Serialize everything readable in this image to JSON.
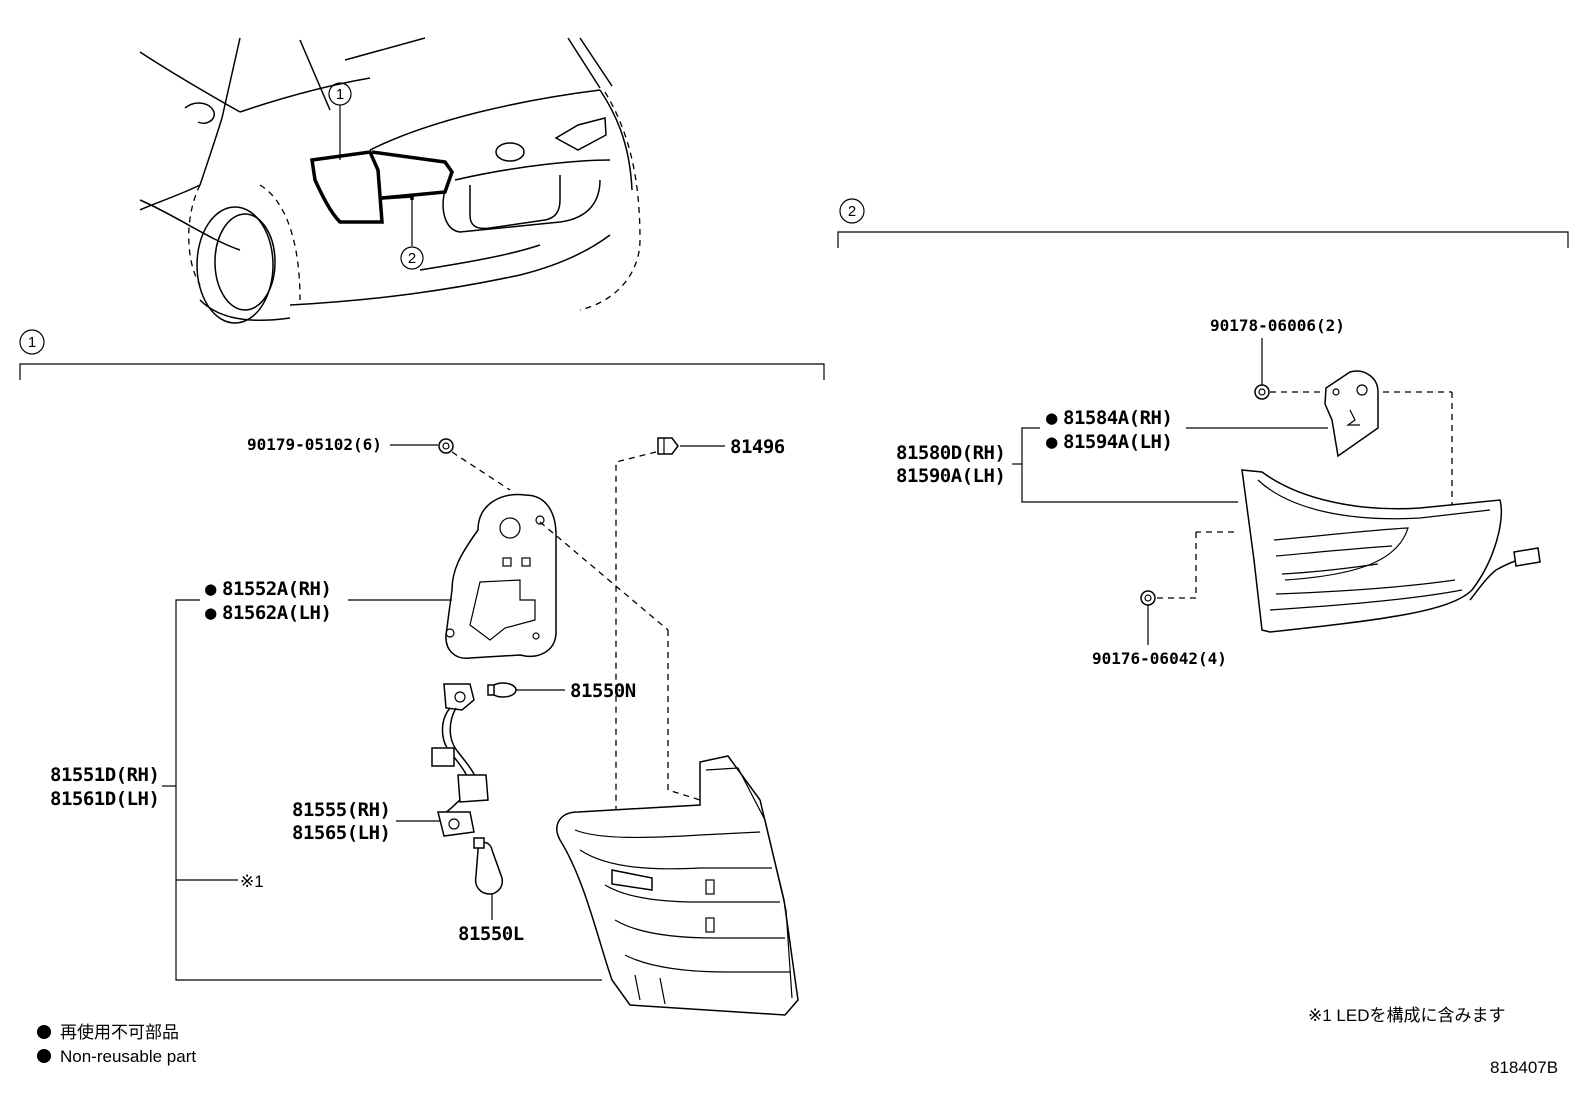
{
  "views": {
    "tail_lamp_outer": {
      "number": "1"
    },
    "tail_lamp_inner": {
      "number": "2"
    }
  },
  "parts_outer": {
    "screw": "90179-05102(6)",
    "clip": "81496",
    "gasket_rh": "81552A(RH)",
    "gasket_lh": "81562A(LH)",
    "bulb_small": "81550N",
    "lamp_rh": "81551D(RH)",
    "lamp_lh": "81561D(LH)",
    "socket_rh": "81555(RH)",
    "socket_lh": "81565(LH)",
    "led_ref": "※1",
    "bulb_large": "81550L"
  },
  "parts_inner": {
    "nut": "90178-06006(2)",
    "gasket_rh": "81584A(RH)",
    "gasket_lh": "81594A(LH)",
    "lamp_rh": "81580D(RH)",
    "lamp_lh": "81590A(LH)",
    "screw": "90176-06042(4)"
  },
  "legend": {
    "non_reusable_jp": "再使用不可部品",
    "non_reusable_en": "Non-reusable part",
    "led_note": "※1 LEDを構成に含みます"
  },
  "figure_id": "818407B"
}
